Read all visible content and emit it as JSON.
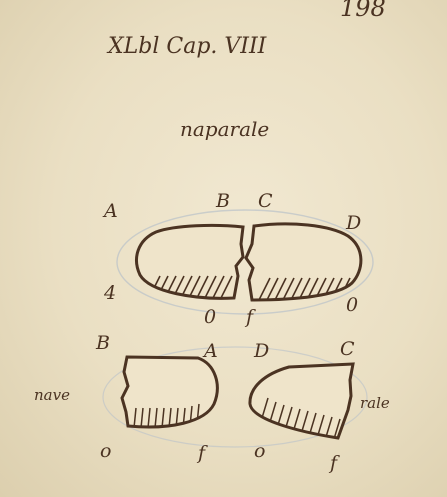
{
  "folio": "198",
  "heading": "XLbl Cap. VIII",
  "subheading": "naparale",
  "figure_top": {
    "label_a": "A",
    "label_b": "B",
    "label_c": "C",
    "label_d": "D",
    "label_left_bottom": "4",
    "label_center_0": "0",
    "label_center_f": "f",
    "label_right_bottom": "0"
  },
  "figure_bottom": {
    "label_b": "B",
    "label_a": "A",
    "label_d": "D",
    "label_c": "C",
    "word_left": "nave",
    "word_right": "rale",
    "label_o1": "o",
    "label_f1": "f",
    "label_o2": "o",
    "label_f2": "f"
  },
  "colors": {
    "paper": "#eadfc3",
    "ink": "#4b3322"
  }
}
